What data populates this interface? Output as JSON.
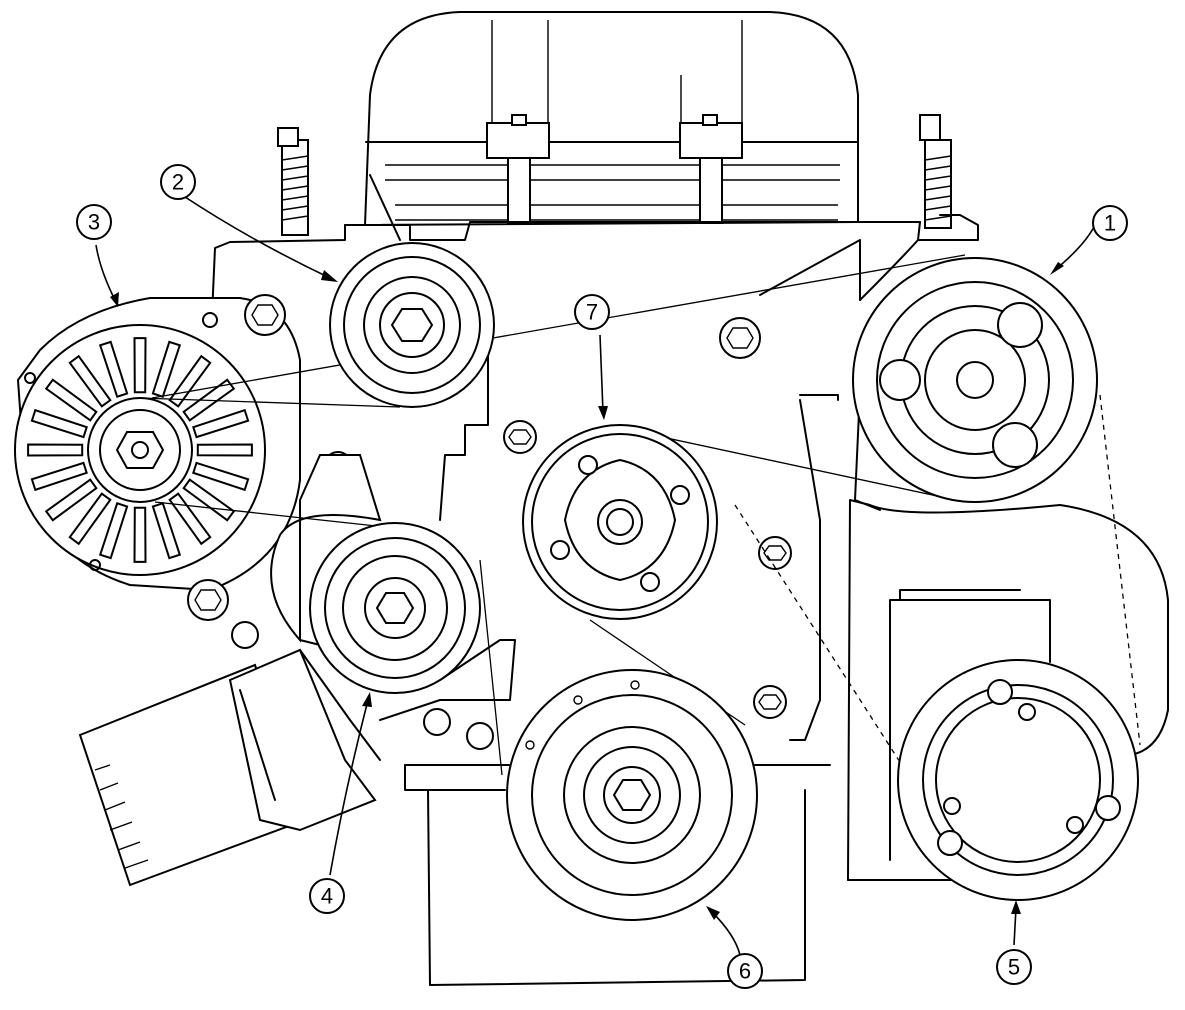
{
  "diagram": {
    "callouts": [
      {
        "id": "1",
        "label": "1"
      },
      {
        "id": "2",
        "label": "2"
      },
      {
        "id": "3",
        "label": "3"
      },
      {
        "id": "4",
        "label": "4"
      },
      {
        "id": "5",
        "label": "5"
      },
      {
        "id": "6",
        "label": "6"
      },
      {
        "id": "7",
        "label": "7"
      }
    ]
  },
  "colors": {
    "ink": "#000000",
    "paper": "#ffffff"
  }
}
